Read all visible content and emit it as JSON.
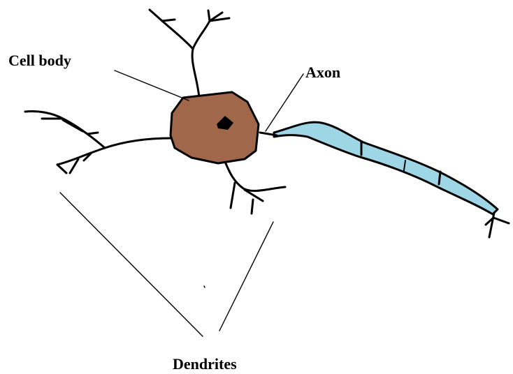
{
  "labels": {
    "cell_body": "Cell body",
    "axon": "Axon",
    "dendrites": "Dendrites"
  },
  "colors": {
    "soma_fill": "#a0674b",
    "axon_fill": "#9fd6e6",
    "stroke": "#000000",
    "background": "#ffffff"
  }
}
